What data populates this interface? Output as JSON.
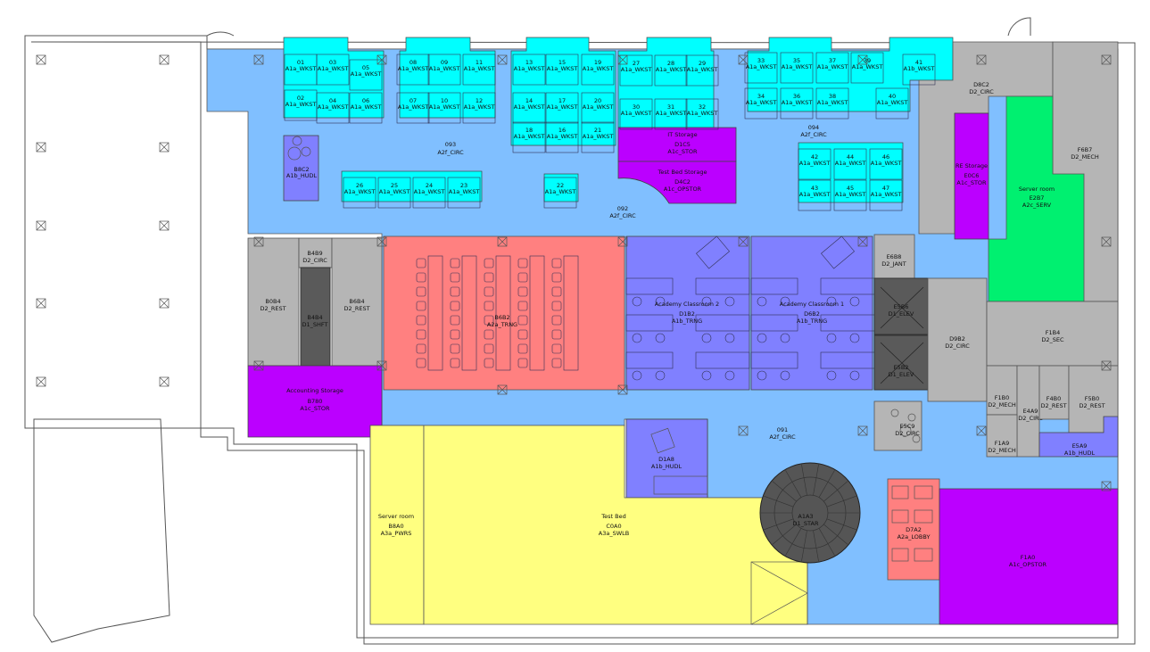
{
  "colors": {
    "circulation": "#80bfff",
    "restroom": "#b5b5b5",
    "shaft": "#5a5a5a",
    "storage": "#bb00ff",
    "huddle": "#8080ff",
    "training": "#ff8080",
    "server": "#00f070",
    "lab": "#ffff80",
    "workstation": "#00ffff"
  },
  "rooms": {
    "c093": {
      "code": "093",
      "type": "A2f_CIRC"
    },
    "c094": {
      "code": "094",
      "type": "A2f_CIRC"
    },
    "c092": {
      "code": "092",
      "type": "A2f_CIRC"
    },
    "c091": {
      "code": "091",
      "type": "A2f_CIRC"
    },
    "b8c2": {
      "code": "B8C2",
      "type": "A1b_HUDL"
    },
    "d1c5": {
      "name": "IT Storage",
      "code": "D1C5",
      "type": "A1c_STOR"
    },
    "d4c2": {
      "name": "Test Bed Storage",
      "code": "D4C2",
      "type": "A1c_OPSTOR"
    },
    "d8c2": {
      "code": "D8C2",
      "type": "D2_CIRC"
    },
    "f6b7": {
      "code": "F6B7",
      "type": "D2_MECH"
    },
    "e0c6": {
      "name": "RE Storage",
      "code": "E0C6",
      "type": "A1c_STOR"
    },
    "e2b7": {
      "name": "Server room",
      "code": "E2B7",
      "type": "A2c_SERV"
    },
    "b0b4": {
      "code": "B0B4",
      "type": "D2_REST"
    },
    "b4b9": {
      "code": "B4B9",
      "type": "D2_CIRC"
    },
    "b4b4": {
      "code": "B4B4",
      "type": "D1_SHFT"
    },
    "b6b4": {
      "code": "B6B4",
      "type": "D2_REST"
    },
    "b780": {
      "name": "Accounting Storage",
      "code": "B780",
      "type": "A1c_STOR"
    },
    "b6b2": {
      "code": "B6B2",
      "type": "A2a_TRNG"
    },
    "d1b2": {
      "name": "Academy Classroom 2",
      "code": "D1B2",
      "type": "A1b_TRNG"
    },
    "d6b2": {
      "name": "Academy Classroom 1",
      "code": "D6B2",
      "type": "A1b_TRNG"
    },
    "e6b8": {
      "code": "E6B8",
      "type": "D2_JANT"
    },
    "e5b6": {
      "code": "E5B6",
      "type": "D1_ELEV"
    },
    "e5b2": {
      "code": "E5B2",
      "type": "D1_ELEV"
    },
    "d9b2": {
      "code": "D9B2",
      "type": "D2_CIRC"
    },
    "f1b4": {
      "code": "F1B4",
      "type": "D2_SEC"
    },
    "f1b0": {
      "code": "F1B0",
      "type": "D2_MECH"
    },
    "e4a9": {
      "code": "E4A9",
      "type": "D2_CIRC"
    },
    "f4b0": {
      "code": "F4B0",
      "type": "D2_REST"
    },
    "f5b0": {
      "code": "F5B0",
      "type": "D2_REST"
    },
    "f1a9": {
      "code": "F1A9",
      "type": "D2_MECH"
    },
    "e5a9": {
      "code": "E5A9",
      "type": "A1b_HUDL"
    },
    "e5c9": {
      "code": "E5C9",
      "type": "D2_CIRC"
    },
    "d1a8": {
      "code": "D1A8",
      "type": "A1b_HUDL"
    },
    "b8a0": {
      "name": "Server room",
      "code": "B8A0",
      "type": "A3a_PWRS"
    },
    "c0a0": {
      "name": "Test Bed",
      "code": "C0A0",
      "type": "A3a_SWLB"
    },
    "a1a3": {
      "code": "A1A3",
      "type": "D1_STAR"
    },
    "d7a2": {
      "code": "D7A2",
      "type": "A2a_LOBBY"
    },
    "f1a0": {
      "code": "F1A0",
      "type": "A1c_OPSTOR"
    }
  },
  "workstations": [
    {
      "num": "01",
      "type": "A1a_WKST"
    },
    {
      "num": "03",
      "type": "A1a_WKST"
    },
    {
      "num": "05",
      "type": "A1a_WKST"
    },
    {
      "num": "02",
      "type": "A1a_WKST"
    },
    {
      "num": "04",
      "type": "A1a_WKST"
    },
    {
      "num": "06",
      "type": "A1a_WKST"
    },
    {
      "num": "08",
      "type": "A1a_WKST"
    },
    {
      "num": "09",
      "type": "A1a_WKST"
    },
    {
      "num": "11",
      "type": "A1a_WKST"
    },
    {
      "num": "07",
      "type": "A1a_WKST"
    },
    {
      "num": "10",
      "type": "A1a_WKST"
    },
    {
      "num": "12",
      "type": "A1a_WKST"
    },
    {
      "num": "13",
      "type": "A1a_WKST"
    },
    {
      "num": "15",
      "type": "A1a_WKST"
    },
    {
      "num": "19",
      "type": "A1a_WKST"
    },
    {
      "num": "14",
      "type": "A1a_WKST"
    },
    {
      "num": "17",
      "type": "A1a_WKST"
    },
    {
      "num": "20",
      "type": "A1a_WKST"
    },
    {
      "num": "18",
      "type": "A1a_WKST"
    },
    {
      "num": "16",
      "type": "A1a_WKST"
    },
    {
      "num": "21",
      "type": "A1a_WKST"
    },
    {
      "num": "27",
      "type": "A1a_WKST"
    },
    {
      "num": "28",
      "type": "A1a_WKST"
    },
    {
      "num": "29",
      "type": "A1a_WKST"
    },
    {
      "num": "30",
      "type": "A1a_WKST"
    },
    {
      "num": "31",
      "type": "A1a_WKST"
    },
    {
      "num": "32",
      "type": "A1a_WKST"
    },
    {
      "num": "33",
      "type": "A1a_WKST"
    },
    {
      "num": "35",
      "type": "A1a_WKST"
    },
    {
      "num": "37",
      "type": "A1a_WKST"
    },
    {
      "num": "39",
      "type": "A1a_WKST"
    },
    {
      "num": "41",
      "type": "A1b_WKST"
    },
    {
      "num": "34",
      "type": "A1a_WKST"
    },
    {
      "num": "36",
      "type": "A1a_WKST"
    },
    {
      "num": "38",
      "type": "A1a_WKST"
    },
    {
      "num": "40",
      "type": "A1a_WKST"
    },
    {
      "num": "26",
      "type": "A1a_WKST"
    },
    {
      "num": "25",
      "type": "A1a_WKST"
    },
    {
      "num": "24",
      "type": "A1a_WKST"
    },
    {
      "num": "23",
      "type": "A1a_WKST"
    },
    {
      "num": "22",
      "type": "A1a_WKST"
    },
    {
      "num": "42",
      "type": "A1a_WKST"
    },
    {
      "num": "44",
      "type": "A1a_WKST"
    },
    {
      "num": "46",
      "type": "A1a_WKST"
    },
    {
      "num": "43",
      "type": "A1a_WKST"
    },
    {
      "num": "45",
      "type": "A1a_WKST"
    },
    {
      "num": "47",
      "type": "A1a_WKST"
    }
  ]
}
